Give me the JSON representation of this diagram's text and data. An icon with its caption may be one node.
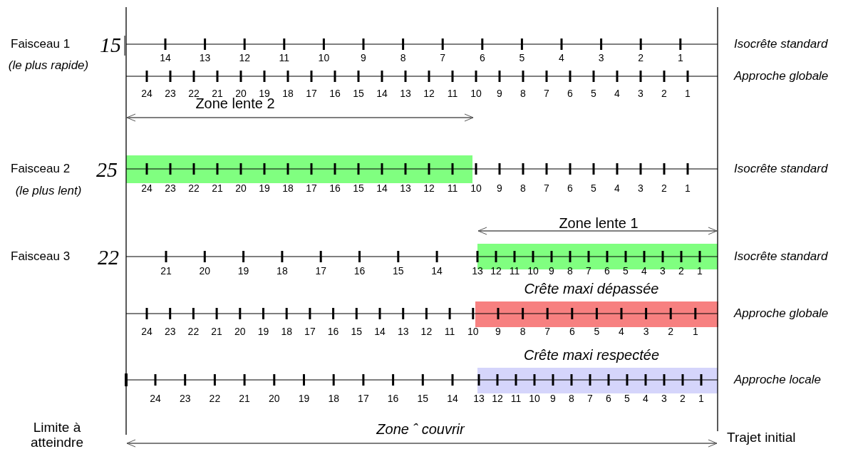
{
  "diagram": {
    "labels": [
      "Faisceau 1",
      "15",
      "Isocrête standard",
      "14",
      "13",
      "12",
      "11",
      "10",
      "9",
      "8",
      "7",
      "6",
      "5",
      "4",
      "3",
      "2",
      "1",
      "(le plus rapide)",
      "Approche globale",
      "24",
      "23",
      "22",
      "21",
      "20",
      "19",
      "18",
      "17",
      "16",
      "15",
      "14",
      "13",
      "12",
      "11",
      "10",
      "9",
      "8",
      "7",
      "6",
      "5",
      "4",
      "3",
      "2",
      "1",
      "Zone lente 2",
      "Faisceau 2",
      "25",
      "Isocrête standard",
      "24",
      "23",
      "22",
      "21",
      "20",
      "19",
      "18",
      "17",
      "16",
      "15",
      "14",
      "13",
      "12",
      "11",
      "10",
      "9",
      "8",
      "7",
      "6",
      "5",
      "4",
      "3",
      "2",
      "1",
      "(le plus lent)",
      "Zone lente 1",
      "Faisceau 3",
      "22",
      "Isocrête standard",
      "21",
      "20",
      "19",
      "18",
      "17",
      "16",
      "15",
      "14",
      "13",
      "12",
      "11",
      "10",
      "9",
      "8",
      "7",
      "6",
      "5",
      "4",
      "3",
      "2",
      "1",
      "Crête maxi dépassée",
      "Approche globale",
      "24",
      "23",
      "22",
      "21",
      "20",
      "19",
      "18",
      "17",
      "16",
      "15",
      "14",
      "13",
      "12",
      "11",
      "10",
      "9",
      "8",
      "7",
      "6",
      "5",
      "4",
      "3",
      "2",
      "1",
      "Crête maxi respectée",
      "Approche locale",
      "24",
      "23",
      "22",
      "21",
      "20",
      "19",
      "18",
      "17",
      "16",
      "15",
      "14",
      "13",
      "12",
      "11",
      "10",
      "9",
      "8",
      "7",
      "6",
      "5",
      "4",
      "3",
      "2",
      "1",
      "Limite à atteindre",
      "Zone ˆ couvrir",
      "Trajet initial"
    ]
  }
}
